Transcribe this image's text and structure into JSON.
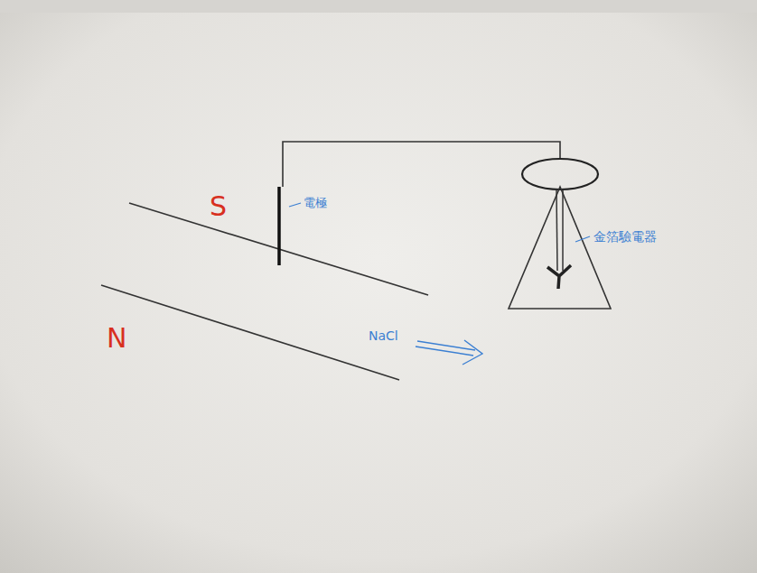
{
  "diagram": {
    "labels": [
      "S",
      "電極",
      "金箔驗電器",
      "N",
      "NaCl"
    ]
  }
}
